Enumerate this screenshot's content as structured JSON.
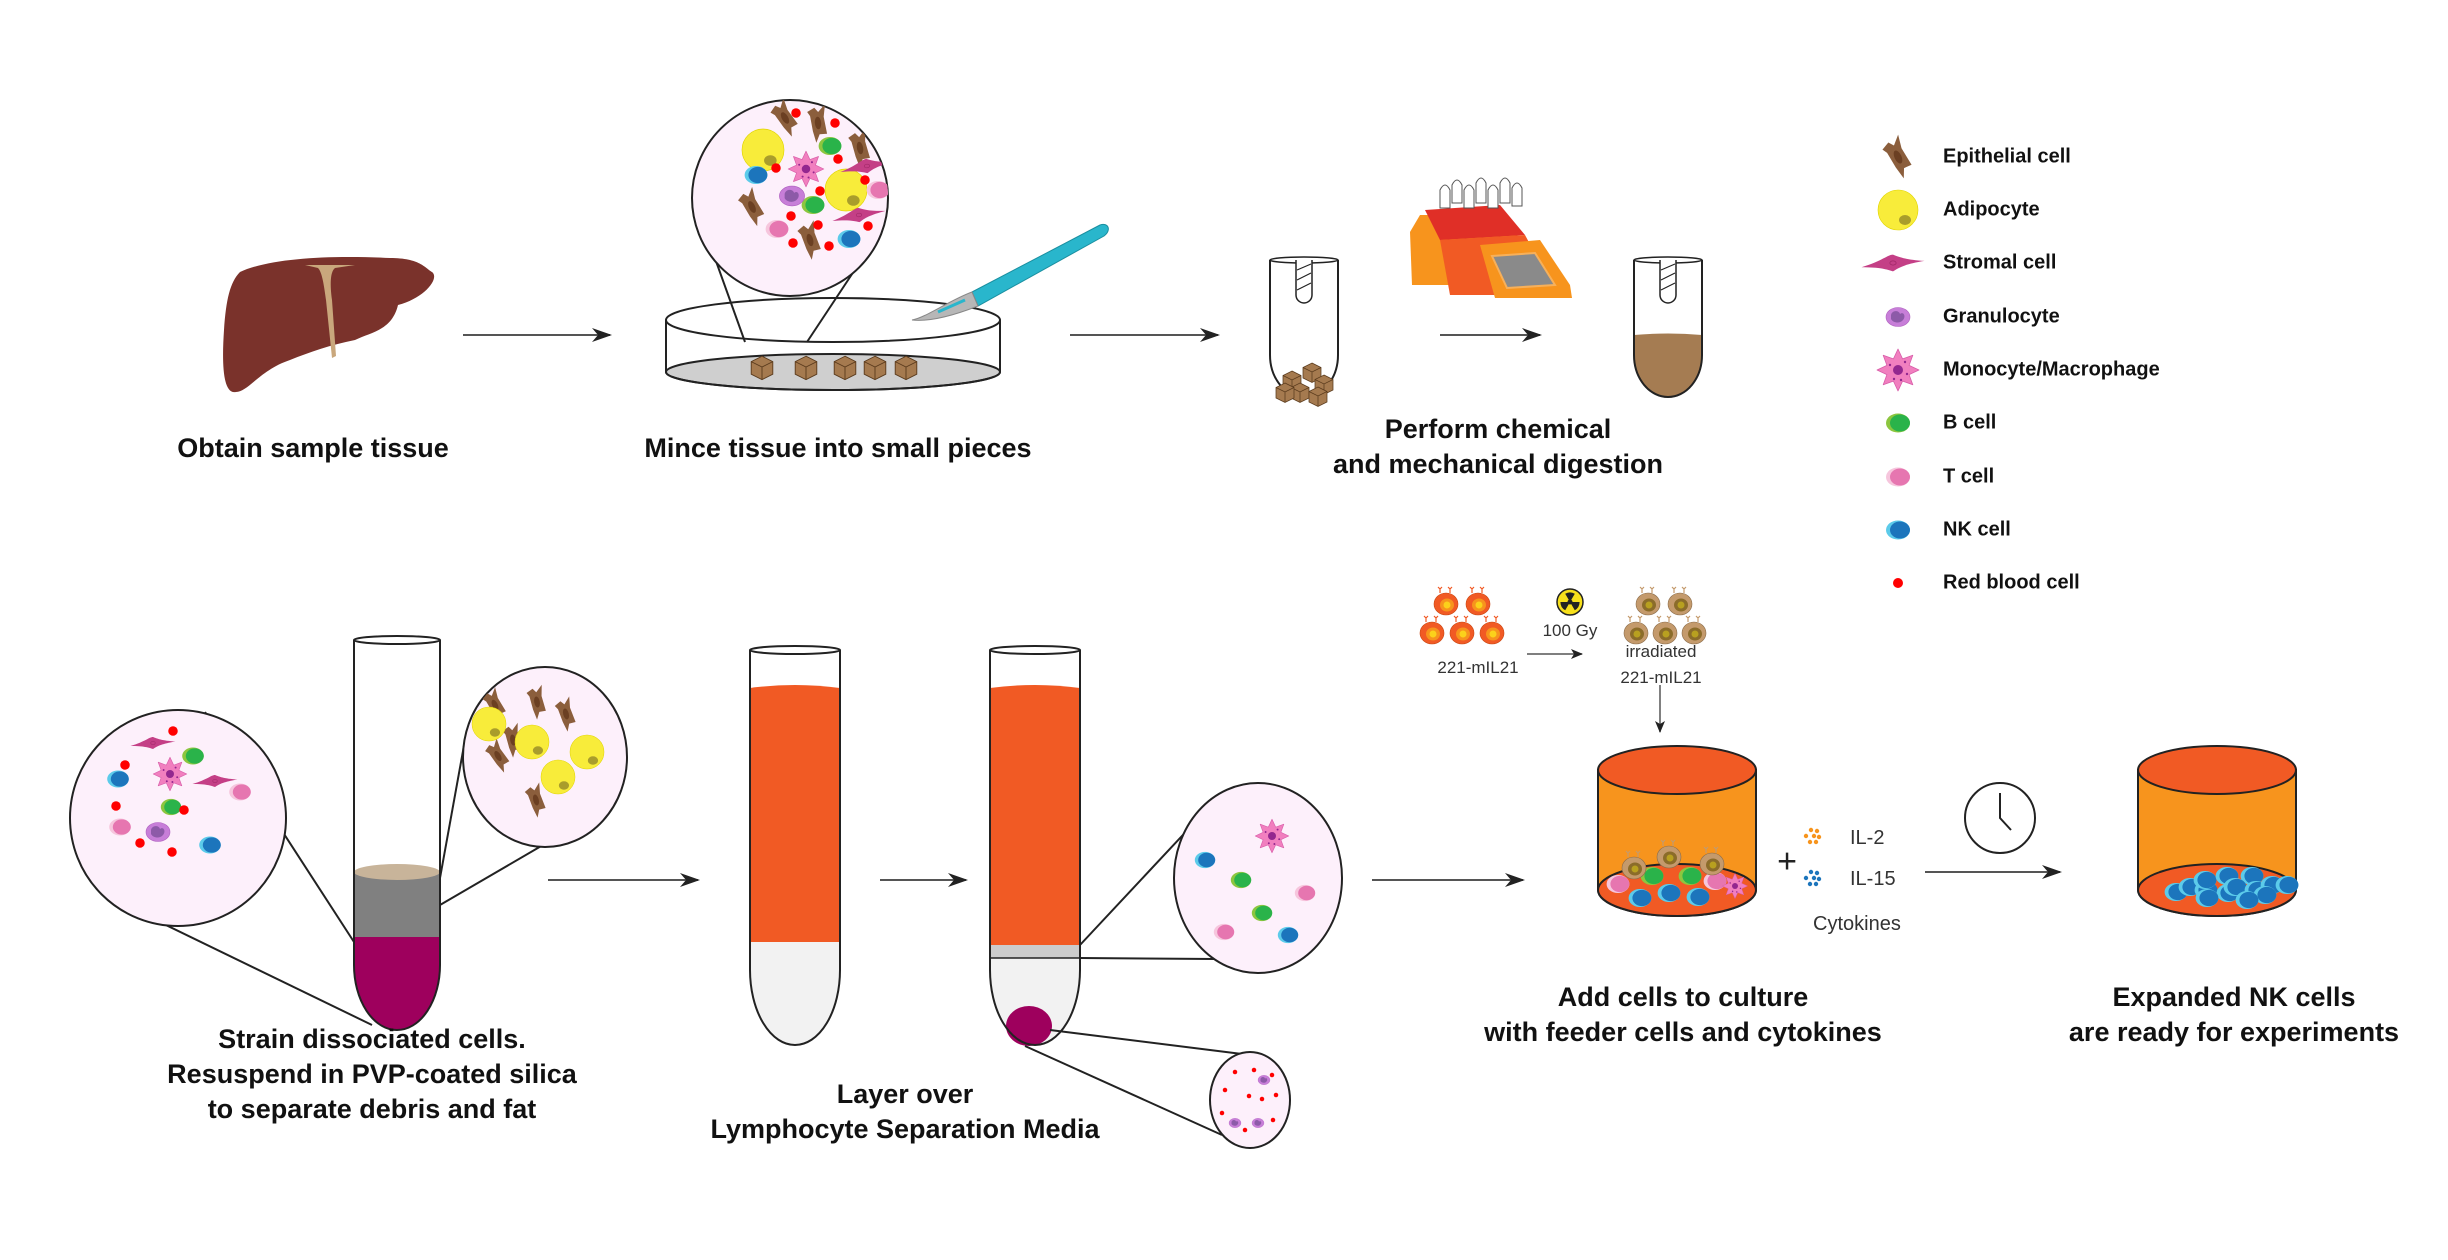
{
  "steps": {
    "obtain": {
      "label": "Obtain sample tissue"
    },
    "mince": {
      "label": "Mince tissue into small pieces"
    },
    "digest": {
      "line1": "Perform chemical",
      "line2": "and mechanical digestion"
    },
    "strain": {
      "line1": "Strain dissociated cells.",
      "line2": "Resuspend in PVP-coated silica",
      "line3": "to separate debris and fat"
    },
    "layer": {
      "line1": "Layer over",
      "line2": "Lymphocyte Separation Media"
    },
    "culture": {
      "line1": "Add cells to culture",
      "line2": "with feeder cells and cytokines"
    },
    "expanded": {
      "line1": "Expanded NK cells",
      "line2": "are ready for experiments"
    }
  },
  "feeder": {
    "before_label": "221-mIL21",
    "dose": "100 Gy",
    "after_label_line1": "irradiated",
    "after_label_line2": "221-mIL21"
  },
  "cytokines": {
    "title": "Cytokines",
    "items": [
      {
        "label": "IL-2",
        "color": "#f7941d"
      },
      {
        "label": "IL-15",
        "color": "#1c75bc"
      }
    ]
  },
  "legend": [
    {
      "icon": "epithelial-cell-icon",
      "label": "Epithelial cell"
    },
    {
      "icon": "adipocyte-icon",
      "label": "Adipocyte"
    },
    {
      "icon": "stromal-cell-icon",
      "label": "Stromal cell"
    },
    {
      "icon": "granulocyte-icon",
      "label": "Granulocyte"
    },
    {
      "icon": "monocyte-macrophage-icon",
      "label": "Monocyte/Macrophage"
    },
    {
      "icon": "b-cell-icon",
      "label": "B cell"
    },
    {
      "icon": "t-cell-icon",
      "label": "T cell"
    },
    {
      "icon": "nk-cell-icon",
      "label": "NK cell"
    },
    {
      "icon": "red-blood-cell-icon",
      "label": "Red blood cell"
    }
  ],
  "colors": {
    "liver": "#7a322b",
    "liver_vessel": "#c9a77c",
    "tissue_cube": "#a57a4f",
    "digest_fluid": "#a57c52",
    "media_orange": "#f15a24",
    "culture_body": "#f7941d",
    "pellet": "#9e005d",
    "silica_grey": "#808080",
    "fat_layer": "#c8b49a",
    "zoom_bg": "#fdf0fb",
    "epithelial": "#8b5e3c",
    "adipocyte": "#f8ec3a",
    "stromal": "#c43f86",
    "granulocyte": "#c77ed8",
    "monocyte": "#f17fbf",
    "b_cell": "#2ab34a",
    "t_cell": "#e676b0",
    "nk_cell": "#1c75bc",
    "rbc": "#ff0000",
    "scalpel": "#29b6cc"
  }
}
